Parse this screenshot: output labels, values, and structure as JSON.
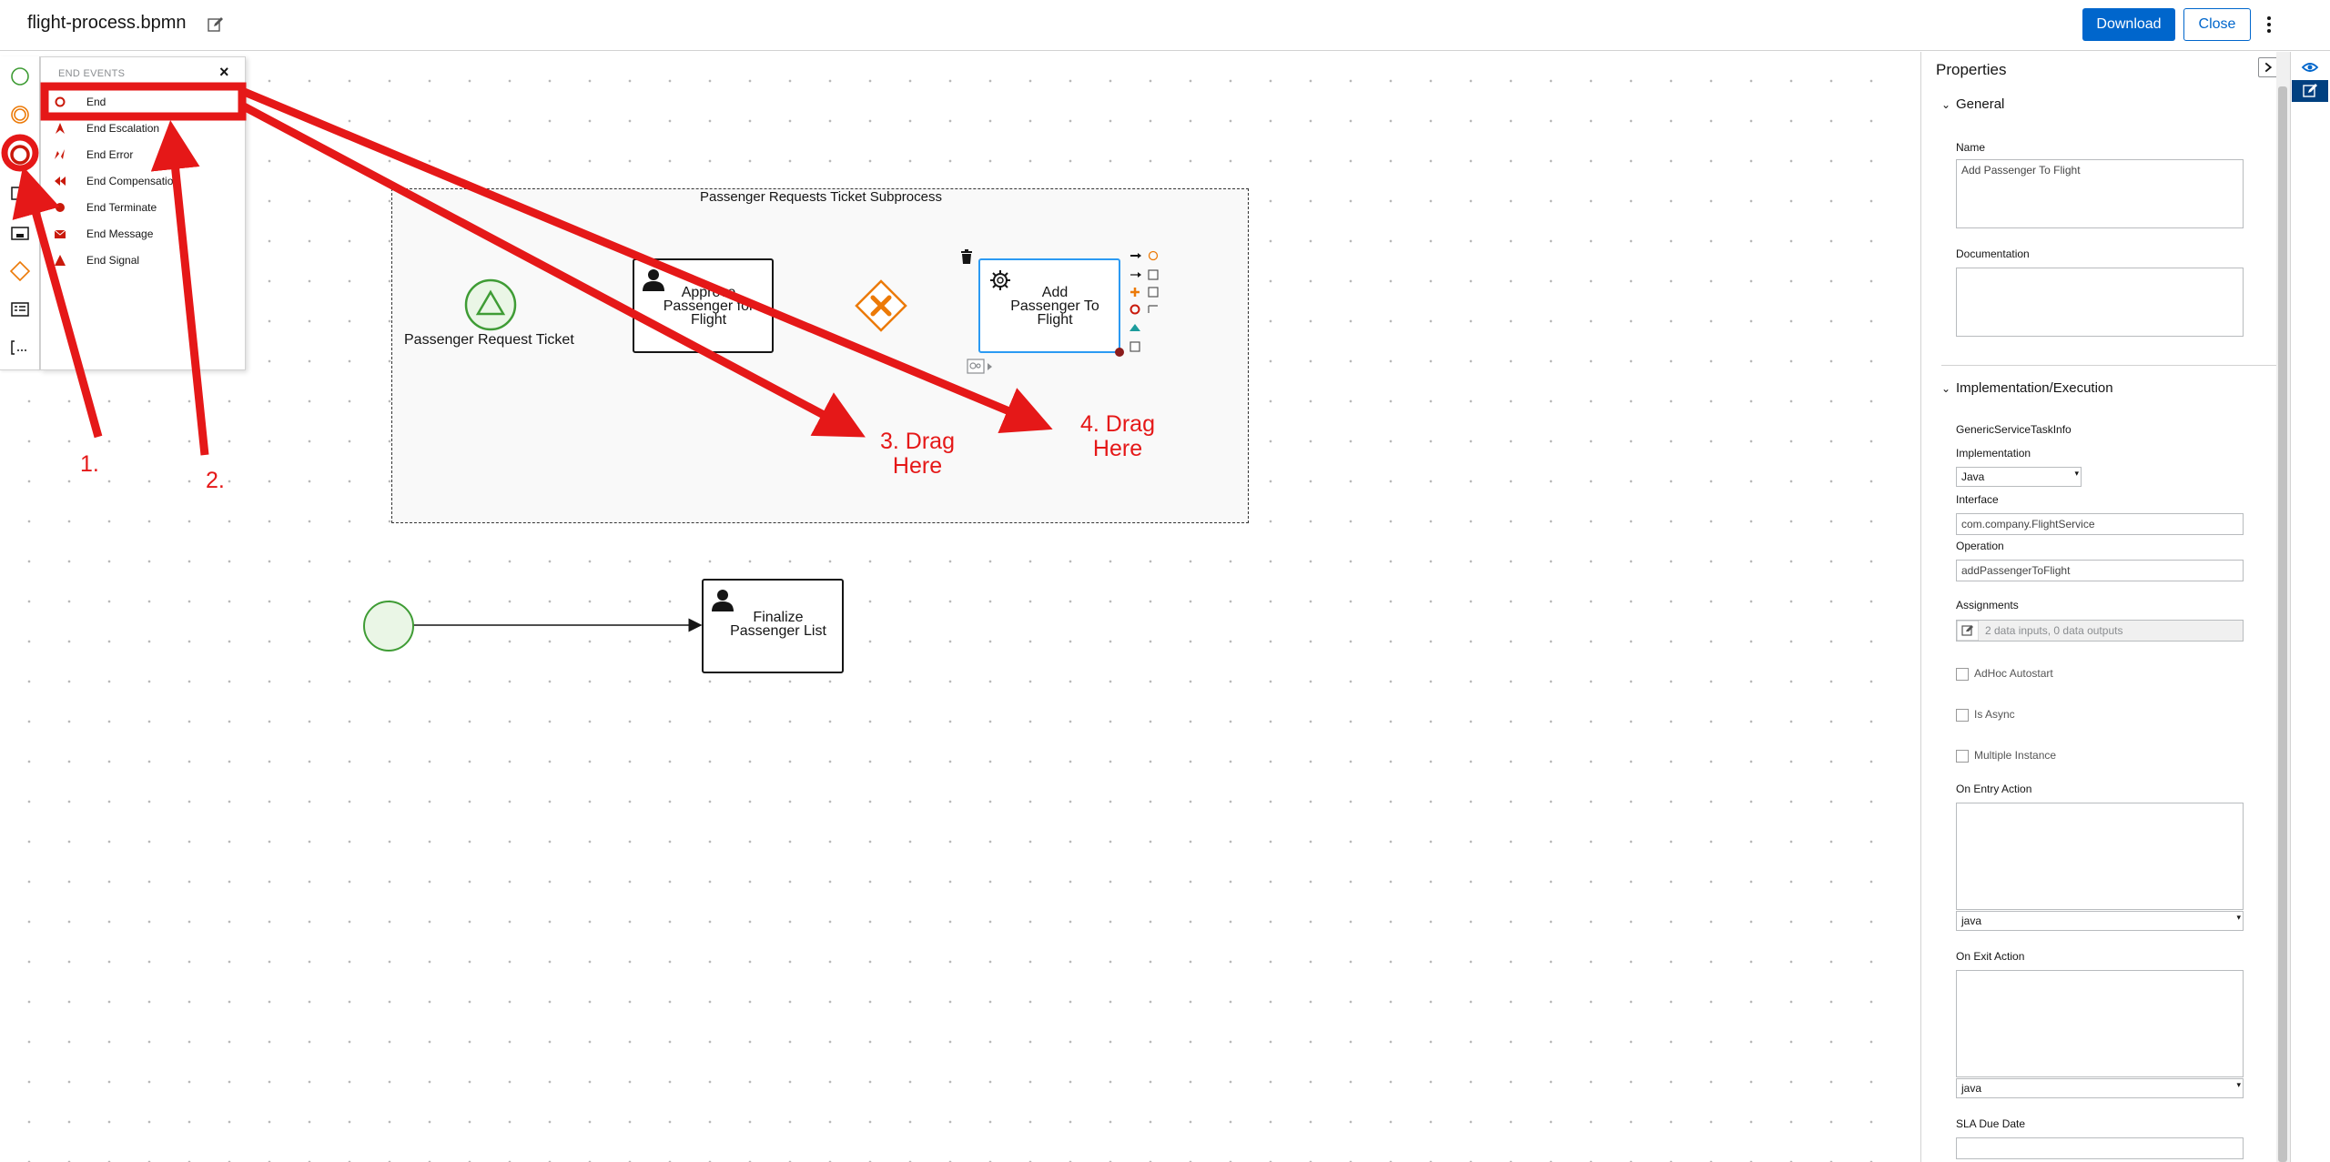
{
  "header": {
    "file_title": "flight-process.bpmn",
    "download_label": "Download",
    "close_label": "Close"
  },
  "palette": {
    "flyout_title": "END EVENTS",
    "close_glyph": "×",
    "items": [
      {
        "label": "End",
        "icon": "end-event-icon"
      },
      {
        "label": "End Escalation",
        "icon": "end-escalation-icon"
      },
      {
        "label": "End Error",
        "icon": "end-error-icon"
      },
      {
        "label": "End Compensation",
        "icon": "end-compensation-icon"
      },
      {
        "label": "End Terminate",
        "icon": "end-terminate-icon"
      },
      {
        "label": "End Message",
        "icon": "end-message-icon"
      },
      {
        "label": "End Signal",
        "icon": "end-signal-icon"
      }
    ]
  },
  "diagram": {
    "subprocess_title": "Passenger Requests Ticket Subprocess",
    "start_event_label": "Passenger Request Ticket",
    "task_approve": [
      "Approve",
      "Passenger for",
      "Flight"
    ],
    "task_add": [
      "Add",
      "Passenger To",
      "Flight"
    ],
    "task_finalize": [
      "Finalize",
      "Passenger List"
    ]
  },
  "annotations": {
    "step1": "1.",
    "step2": "2.",
    "step3_line1": "3. Drag",
    "step3_line2": "Here",
    "step4_line1": "4. Drag",
    "step4_line2": "Here"
  },
  "properties": {
    "title": "Properties",
    "general_section": "General",
    "name_label": "Name",
    "name_value": "Add Passenger To Flight",
    "documentation_label": "Documentation",
    "documentation_value": "",
    "impl_section": "Implementation/Execution",
    "generic_service_label": "GenericServiceTaskInfo",
    "implementation_label": "Implementation",
    "implementation_value": "Java",
    "interface_label": "Interface",
    "interface_value": "com.company.FlightService",
    "operation_label": "Operation",
    "operation_value": "addPassengerToFlight",
    "assignments_label": "Assignments",
    "assignments_value": "2 data inputs, 0 data outputs",
    "adhoc_label": "AdHoc Autostart",
    "async_label": "Is Async",
    "multiple_label": "Multiple Instance",
    "on_entry_label": "On Entry Action",
    "on_entry_lang": "java",
    "on_exit_label": "On Exit Action",
    "on_exit_lang": "java",
    "sla_label": "SLA Due Date"
  },
  "colors": {
    "annotation_red": "#e51818",
    "primary_blue": "#0066cc",
    "start_green": "#3f9c35",
    "gateway_orange": "#ec7a08",
    "end_red": "#c9190b"
  }
}
